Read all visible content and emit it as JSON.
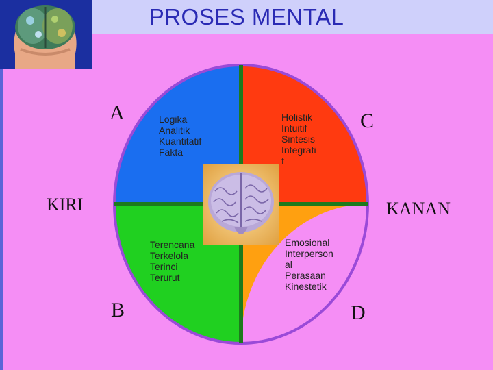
{
  "title": "PROSES MENTAL",
  "quadrants": {
    "a": {
      "letter": "A",
      "lines": [
        "Logika",
        "Analitik",
        "Kuantitatif",
        "Fakta"
      ],
      "color": "#1a6ef0"
    },
    "b": {
      "letter": "B",
      "lines": [
        "Terencana",
        "Terkelola",
        "Terinci",
        "Terurut"
      ],
      "color": "#20d020"
    },
    "c": {
      "letter": "C",
      "lines": [
        "Holistik",
        "Intuitif",
        "Sintesis",
        "Integrati",
        "f"
      ],
      "color": "#ff3a10"
    },
    "d": {
      "letter": "D",
      "lines": [
        "Emosional",
        "Interperson",
        "al",
        "Perasaan",
        "Kinestetik"
      ],
      "color": "#ffa010"
    }
  },
  "sides": {
    "left": "KIRI",
    "right": "KANAN"
  },
  "colors": {
    "background": "#f58ef5",
    "title_bar": "#cfd0fb",
    "title_text": "#2a2ab4",
    "divider": "#1d7a1d",
    "ring": "#9a4ad8"
  }
}
